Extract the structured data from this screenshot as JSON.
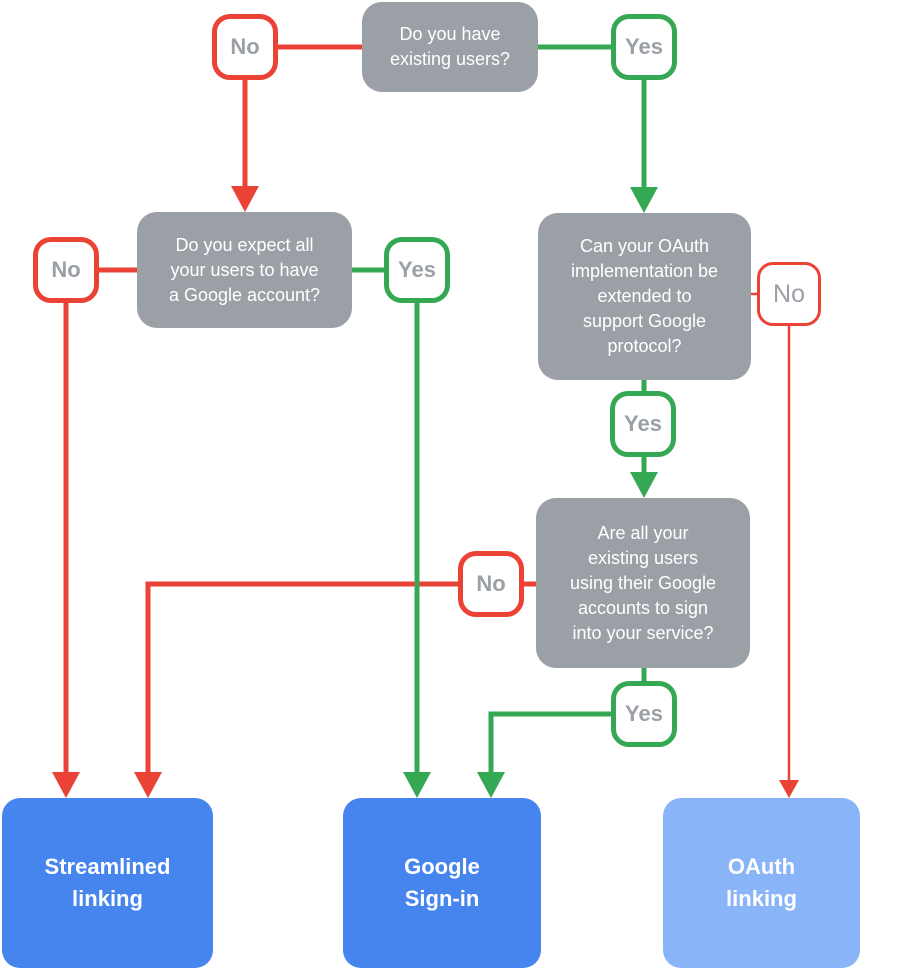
{
  "colors": {
    "background": "#ffffff",
    "red": "#EA4335",
    "green": "#34A853",
    "gray": "#9AA0A6",
    "box_text": "#ffffff",
    "badge_bg": "#ffffff",
    "badge_text": "#9AA0A6",
    "blue": "#4684EE",
    "light_blue": "#8AB4F8"
  },
  "badges": {
    "yes": "Yes",
    "no": "No"
  },
  "questions": {
    "q1": {
      "lines": [
        "Do you have",
        "existing users?"
      ]
    },
    "q2": {
      "lines": [
        "Do you expect all",
        "your users to have",
        "a Google account?"
      ]
    },
    "q3": {
      "lines": [
        "Can your OAuth",
        "implementation be",
        "extended to",
        "support Google",
        "protocol?"
      ]
    },
    "q4": {
      "lines": [
        "Are all your",
        "existing users",
        "using their Google",
        "accounts to sign",
        "into your service?"
      ]
    }
  },
  "outcomes": {
    "streamlined": {
      "lines": [
        "Streamlined",
        "linking"
      ]
    },
    "google_signin": {
      "lines": [
        "Google",
        "Sign-in"
      ]
    },
    "oauth": {
      "lines": [
        "OAuth",
        "linking"
      ]
    }
  }
}
